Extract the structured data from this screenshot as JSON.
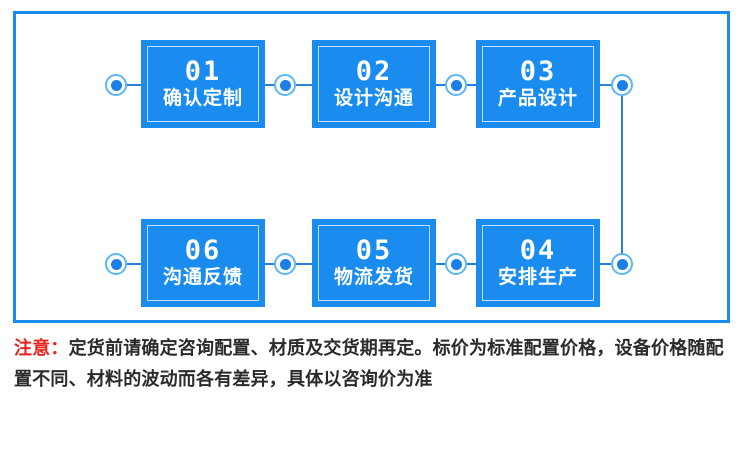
{
  "frame": {
    "border_color": "#1a8cf0"
  },
  "theme": {
    "box_fill": "#1a8cf0",
    "inner_border": "#bfe0fb",
    "node_ring": "#5cb7f7",
    "node_dot": "#1a7fe8",
    "line": "#2a7fd4",
    "notice_flag_color": "#e8241c",
    "notice_text_color": "#2b2b2b",
    "box_text_color": "#ffffff"
  },
  "flow": {
    "top_row": [
      {
        "number": "01",
        "label": "确认定制"
      },
      {
        "number": "02",
        "label": "设计沟通"
      },
      {
        "number": "03",
        "label": "产品设计"
      }
    ],
    "bottom_row": [
      {
        "number": "06",
        "label": "沟通反馈"
      },
      {
        "number": "05",
        "label": "物流发货"
      },
      {
        "number": "04",
        "label": "安排生产"
      }
    ]
  },
  "notice": {
    "flag": "注意：",
    "line1": "定货前请确定咨询配置、材质及交货期再定。标价为标准配置价格，设备价格随",
    "line2": "配置不同、材料的波动而各有差异，具体以咨询价为准",
    "full": "注意：定货前请确定咨询配置、材质及交货期再定。标价为标准配置价格，设备价格随配置不同、材料的波动而各有差异，具体以咨询价为准"
  },
  "icons": {
    "node": "circle-node-icon"
  }
}
